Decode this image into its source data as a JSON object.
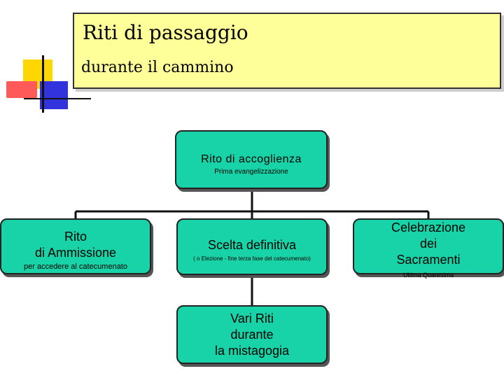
{
  "title": {
    "line1": "Riti di passaggio",
    "line2": "durante il cammino"
  },
  "nodes": {
    "accoglienza": {
      "label": "Rito di accoglienza",
      "sub": "Prima evangelizzazione"
    },
    "ammissione": {
      "label_line1": "Rito",
      "label_line2": "di Ammissione",
      "sub": "per accedere al catecumenato"
    },
    "scelta": {
      "label": "Scelta definitiva",
      "sub": "( o Elezione - fine terza fase del catecumenato)"
    },
    "sacramenti": {
      "label_line1": "Celebrazione",
      "label_line2": "dei",
      "label_line3": "Sacramenti",
      "sub": "Ultima Quaresima"
    },
    "mistagogia": {
      "label_line1": "Vari Riti",
      "label_line2": "durante",
      "label_line3": "la mistagogia"
    }
  },
  "colors": {
    "node_fill": "#17d3a7",
    "title_fill": "#ffff99",
    "deco_yellow": "#ffd700",
    "deco_red": "#ff5a5a",
    "deco_blue": "#3333dd"
  }
}
